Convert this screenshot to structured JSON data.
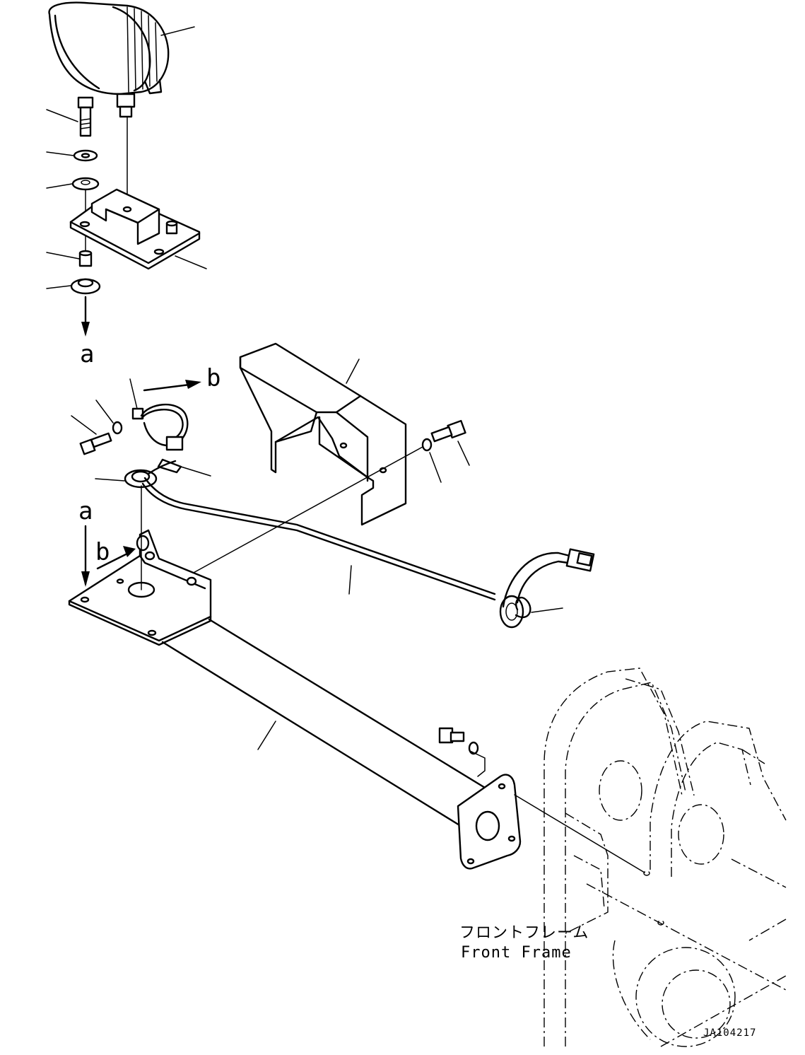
{
  "labels": {
    "a": "a",
    "b": "b"
  },
  "front_frame": {
    "jp": "フロントフレーム",
    "en": "Front Frame"
  },
  "drawing_code": "JA104217"
}
